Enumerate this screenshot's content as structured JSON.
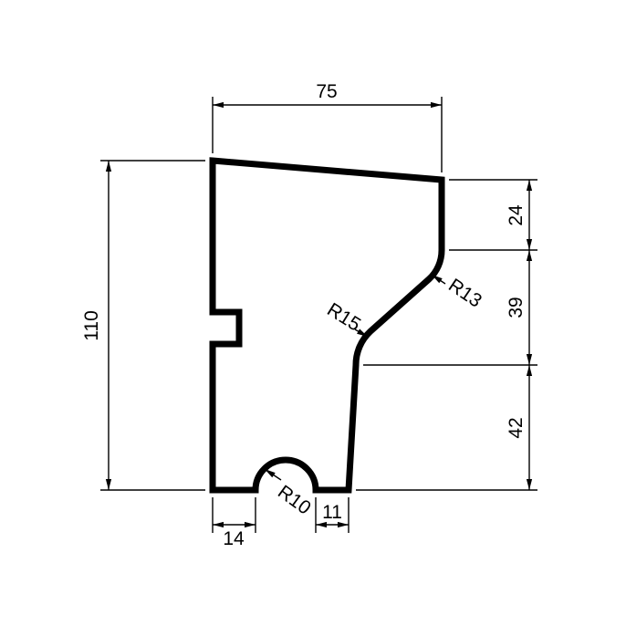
{
  "drawing": {
    "type": "technical-profile-drawing",
    "background_color": "#ffffff",
    "line_color": "#000000",
    "dim_top_width": "75",
    "dim_left_height": "110",
    "dim_right_upper": "24",
    "dim_right_middle": "39",
    "dim_right_lower": "42",
    "dim_bottom_left": "14",
    "dim_bottom_right": "11",
    "radius_upper": "R13",
    "radius_middle": "R15",
    "radius_bottom": "R10"
  }
}
